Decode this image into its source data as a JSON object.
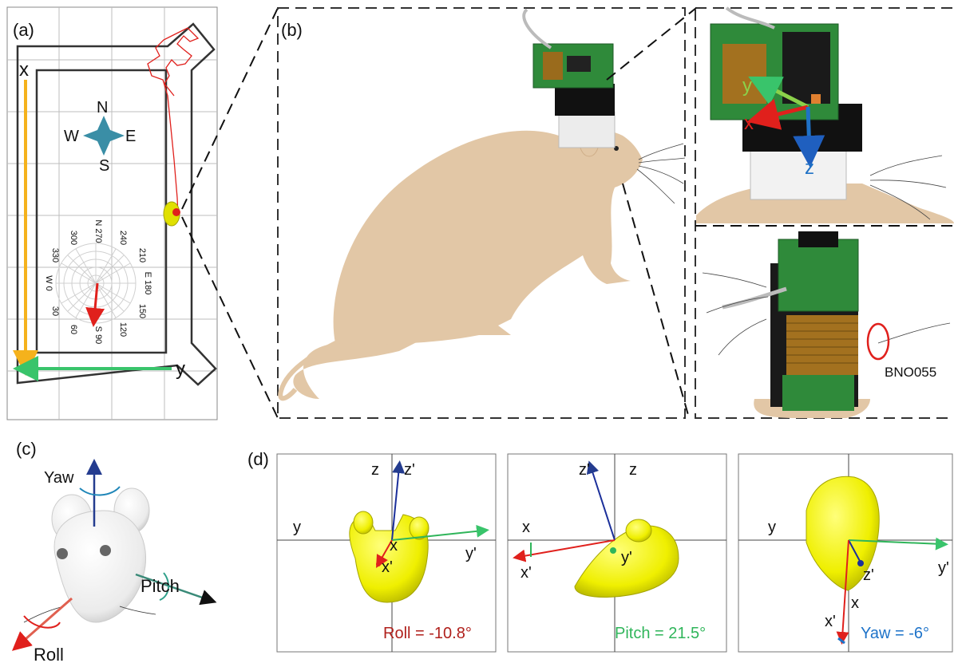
{
  "panels": {
    "a": {
      "label": "(a)",
      "axis_x": "x",
      "axis_y": "y",
      "compass": {
        "n": "N",
        "s": "S",
        "e": "E",
        "w": "W"
      },
      "polar_labels": [
        "N 270",
        "240",
        "210",
        "E 180",
        "150",
        "120",
        "S 90",
        "60",
        "30",
        "W 0",
        "330",
        "300"
      ]
    },
    "b": {
      "label": "(b)",
      "axis_x": "x",
      "axis_y": "y",
      "axis_z": "z",
      "sensor_label": "BNO055"
    },
    "c": {
      "label": "(c)",
      "yaw": "Yaw",
      "pitch": "Pitch",
      "roll": "Roll"
    },
    "d": {
      "label": "(d)",
      "roll_panel": {
        "z": "z",
        "z_prime": "z'",
        "y": "y",
        "y_prime": "y'",
        "x": "x",
        "x_prime": "x'",
        "caption": "Roll = -10.8°"
      },
      "pitch_panel": {
        "z": "z",
        "z_prime": "z'",
        "x": "x",
        "x_prime": "x'",
        "y_prime": "y'",
        "caption": "Pitch = 21.5°"
      },
      "yaw_panel": {
        "y": "y",
        "y_prime": "y'",
        "z_prime": "z'",
        "x": "x",
        "x_prime": "x'",
        "caption": "Yaw = -6°"
      }
    }
  },
  "colors": {
    "orange": "#f5b21c",
    "green": "#39c46b",
    "red": "#e0201c",
    "blue": "#1f5fbf",
    "teal": "#3a8ea6",
    "rat": "#e2c7a6",
    "yellow": "#f2f200",
    "navy": "#243c8f",
    "darkred": "#b0201c",
    "pitchgreen": "#2fb55a",
    "yawblue": "#1e73c9"
  }
}
